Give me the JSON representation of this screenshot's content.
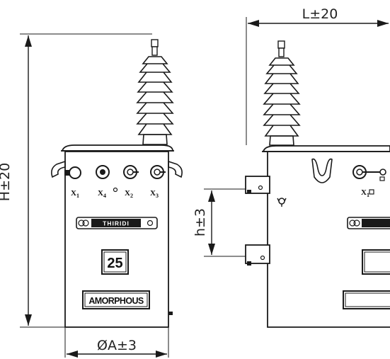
{
  "dimensions": {
    "height": "H±20",
    "length": "L±20",
    "diameter": "ØA±3",
    "bracket_spacing": "h±3"
  },
  "terminals": [
    "X1",
    "X4",
    "X2",
    "X3"
  ],
  "terminal_labels": [
    {
      "main": "X",
      "sub": "1"
    },
    {
      "main": "X",
      "sub": "4"
    },
    {
      "main": "X",
      "sub": "2"
    },
    {
      "main": "X",
      "sub": "3"
    }
  ],
  "side_terminal_label": {
    "main": "X",
    "sub": "1"
  },
  "brand_plate": "THIRIDI",
  "rating_plate": "25",
  "type_plate": "AMORPHOUS",
  "colors": {
    "line": "#1a1a1a",
    "background": "#ffffff"
  }
}
